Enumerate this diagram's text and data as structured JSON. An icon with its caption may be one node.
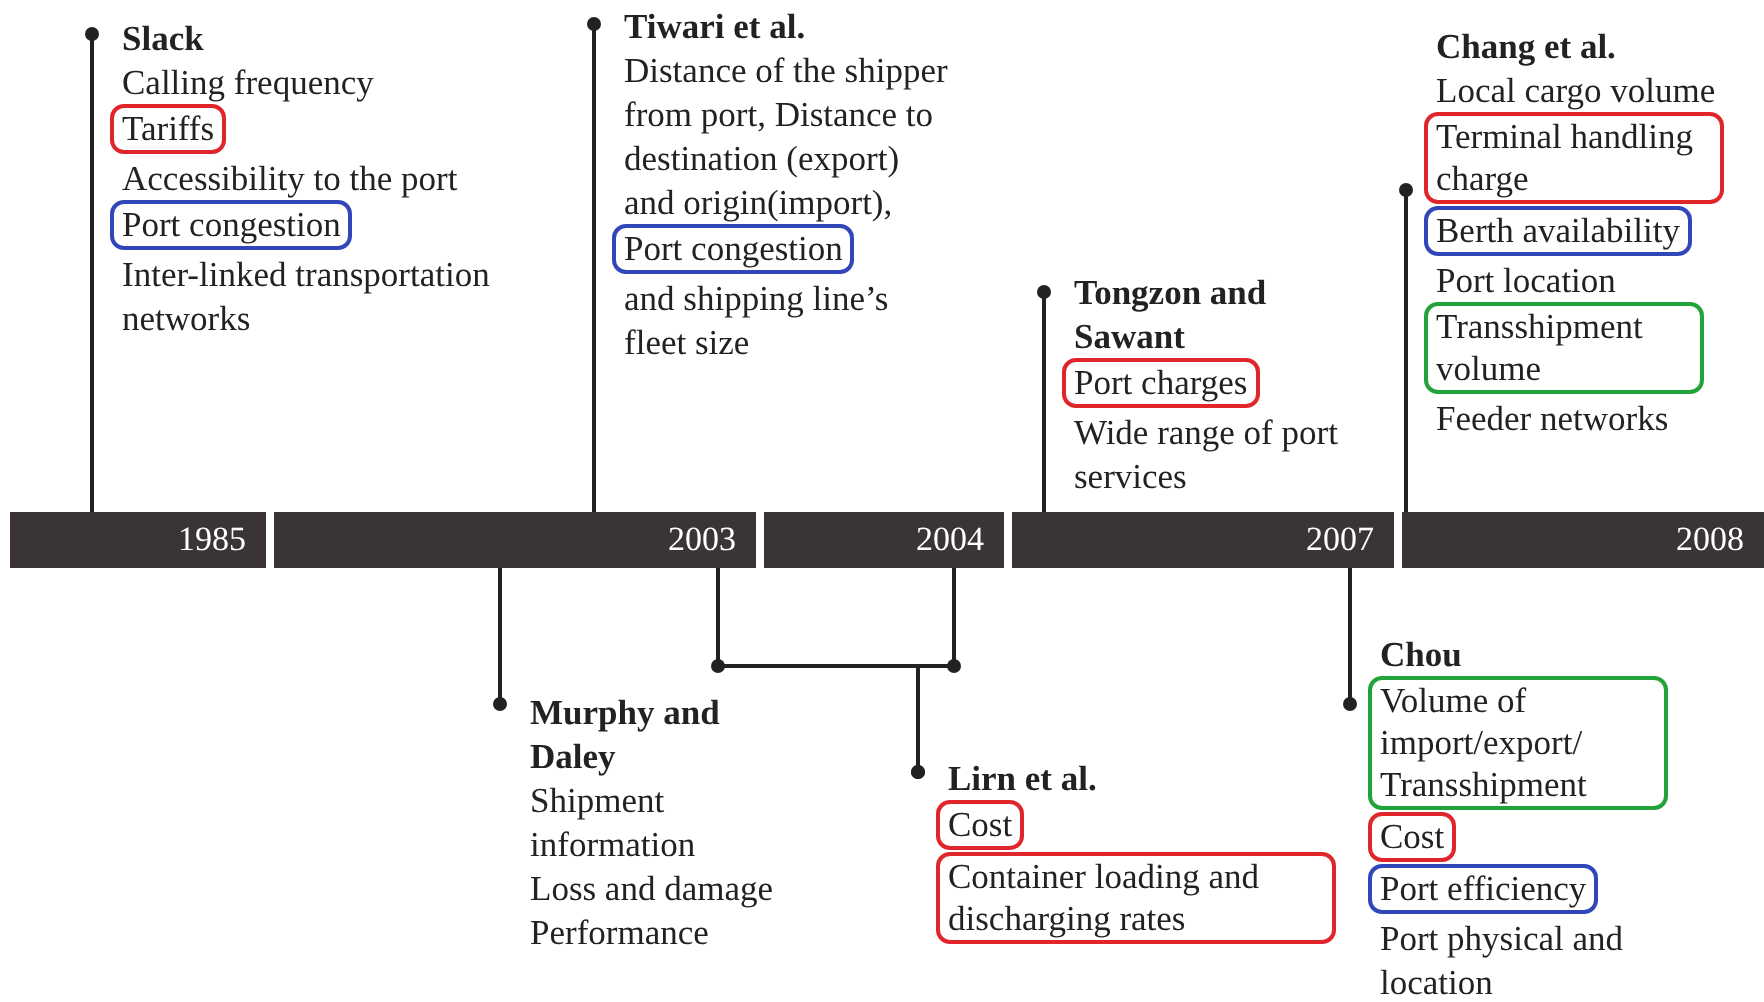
{
  "diagram": {
    "nodes": [
      {
        "text": [
          "Slack",
          "Calling frequency",
          "Accessibility to the port",
          "Inter-linked transportation networks"
        ]
      },
      {
        "text": [
          "Tariffs"
        ],
        "in": 0
      },
      {
        "text": [
          "Port congestion"
        ],
        "in": 0
      },
      {
        "text": [
          "Tiwari et al.",
          "Distance of the shipper from port, Distance to destination (export) and origin(import),",
          "and shipping line’s fleet size"
        ]
      },
      {
        "text": [
          "Port congestion"
        ],
        "in": 3
      },
      {
        "text": [
          "Tongzon and Sawant",
          "Wide range of port services"
        ]
      },
      {
        "text": [
          "Port charges"
        ],
        "in": 5
      },
      {
        "text": [
          "Chang et al.",
          "Local cargo volume",
          "Port location",
          "Feeder networks"
        ]
      },
      {
        "text": [
          "Terminal handling charge"
        ],
        "in": 7
      },
      {
        "text": [
          "Berth availability"
        ],
        "in": 7
      },
      {
        "text": [
          "Transshipment volume"
        ],
        "in": 7
      },
      {
        "text": [
          "1985"
        ]
      },
      {
        "text": [
          "2003"
        ]
      },
      {
        "text": [
          "2004"
        ]
      },
      {
        "text": [
          "2007"
        ]
      },
      {
        "text": [
          "2008"
        ]
      },
      {
        "text": [
          "Murphy and Daley",
          "Shipment information",
          "Loss and damage",
          "Performance"
        ]
      },
      {
        "text": [
          "Lirn et al."
        ]
      },
      {
        "text": [
          "Cost"
        ],
        "in": 17
      },
      {
        "text": [
          "Container loading and discharging rates"
        ],
        "in": 17
      },
      {
        "text": [
          "Chou",
          "Port physical and location"
        ]
      },
      {
        "text": [
          "Volume of import/export/ Transshipment"
        ],
        "in": 20
      },
      {
        "text": [
          "Cost"
        ],
        "in": 20
      },
      {
        "text": [
          "Port efficiency"
        ],
        "in": 20
      }
    ],
    "edges": [
      {
        "from": 11,
        "to": 0,
        "arrow": "other"
      },
      {
        "from": 12,
        "to": 3,
        "arrow": "other"
      },
      {
        "from": 12,
        "to": 16,
        "arrow": "other"
      },
      {
        "from": 12,
        "to": 17,
        "arrow": "other"
      },
      {
        "from": 13,
        "to": 17,
        "arrow": "other"
      },
      {
        "from": 14,
        "to": 5,
        "arrow": "other"
      },
      {
        "from": 14,
        "to": 20,
        "arrow": "other"
      },
      {
        "from": 15,
        "to": 7,
        "arrow": "other"
      }
    ]
  }
}
